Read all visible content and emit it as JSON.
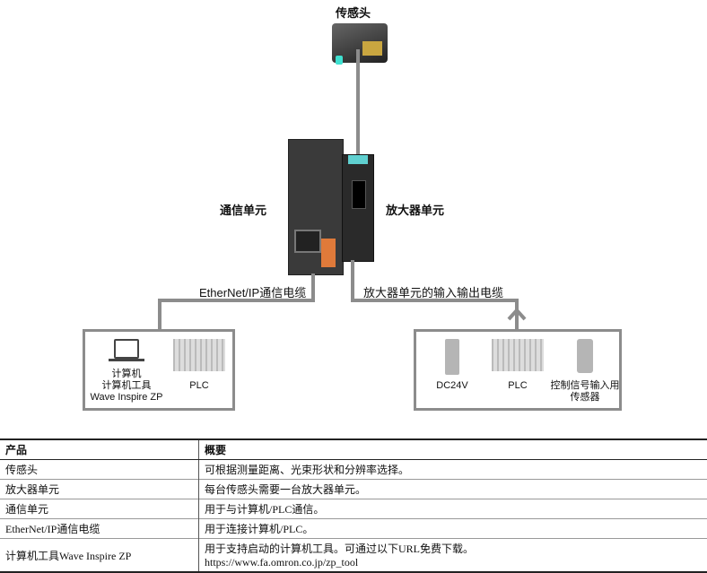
{
  "diagram": {
    "sensor_head": "传感头",
    "comm_unit": "通信单元",
    "amp_unit": "放大器单元",
    "ethernet_cable": "EtherNet/IP通信电缆",
    "io_cable": "放大器单元的输入输出电缆",
    "left_box": {
      "pc": [
        "计算机",
        "计算机工具",
        "Wave Inspire ZP"
      ],
      "plc": "PLC"
    },
    "right_box": {
      "dc": "DC24V",
      "plc": "PLC",
      "sensor": [
        "控制信号输入用",
        "传感器"
      ]
    }
  },
  "table": {
    "headers": [
      "产品",
      "概要"
    ],
    "rows": [
      [
        "传感头",
        "可根据测量距离、光束形状和分辨率选择。"
      ],
      [
        "放大器单元",
        "每台传感头需要一台放大器单元。"
      ],
      [
        "通信单元",
        "用于与计算机/PLC通信。"
      ],
      [
        "EtherNet/IP通信电缆",
        "用于连接计算机/PLC。"
      ],
      [
        "计算机工具Wave Inspire ZP",
        "用于支持启动的计算机工具。可通过以下URL免费下载。",
        "https://www.fa.omron.co.jp/zp_tool"
      ]
    ]
  }
}
